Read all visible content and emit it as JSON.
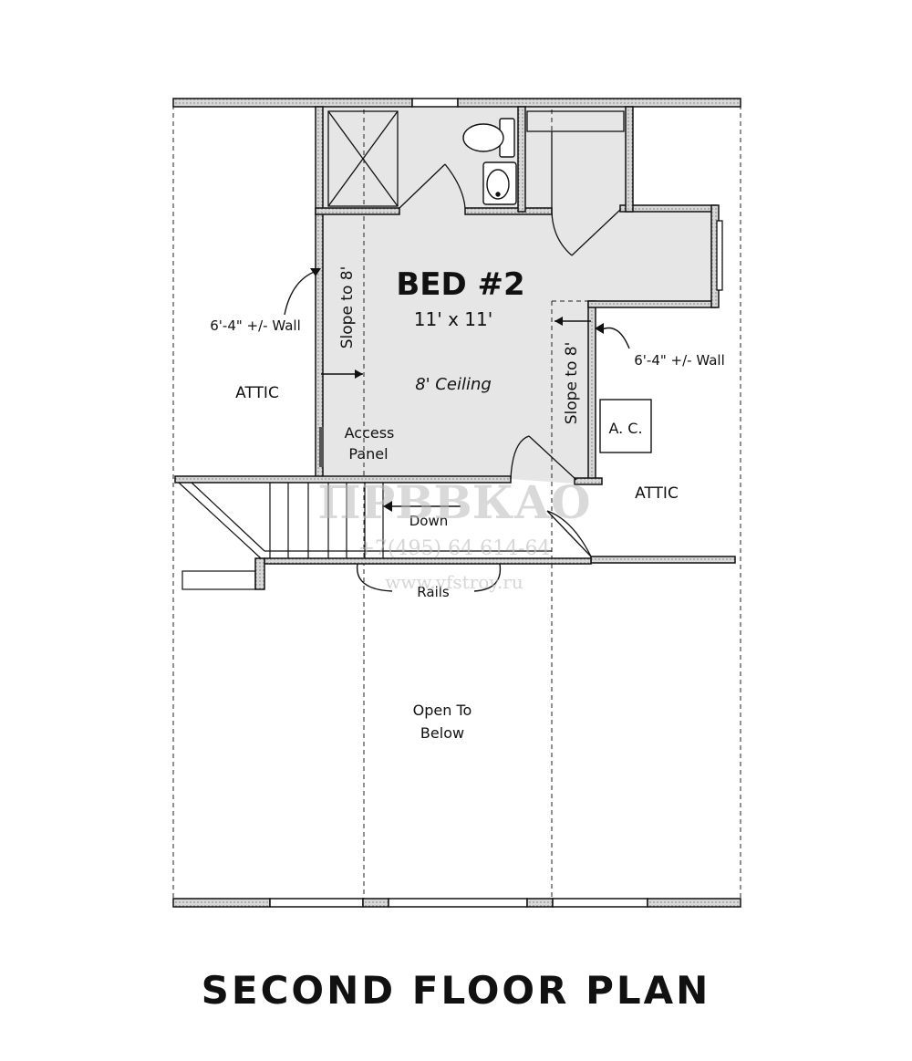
{
  "plan": {
    "title": "SECOND FLOOR PLAN",
    "bedroom": {
      "name": "BED #2",
      "size": "11' x 11'",
      "ceiling": "8' Ceiling"
    },
    "labels": {
      "attic_left": "ATTIC",
      "attic_right": "ATTIC",
      "wall_left": "6'-4\" +/- Wall",
      "wall_right": "6'-4\" +/- Wall",
      "slope_left": "Slope to 8'",
      "slope_right": "Slope to 8'",
      "access_line1": "Access",
      "access_line2": "Panel",
      "ac": "A. C.",
      "down": "Down",
      "rails": "Rails",
      "open_line1": "Open To",
      "open_line2": "Below"
    },
    "watermark": {
      "logo": "ПРВВКАО",
      "phone": "+7(495) 64 614-64",
      "url": "www.vfstroy.ru"
    }
  }
}
